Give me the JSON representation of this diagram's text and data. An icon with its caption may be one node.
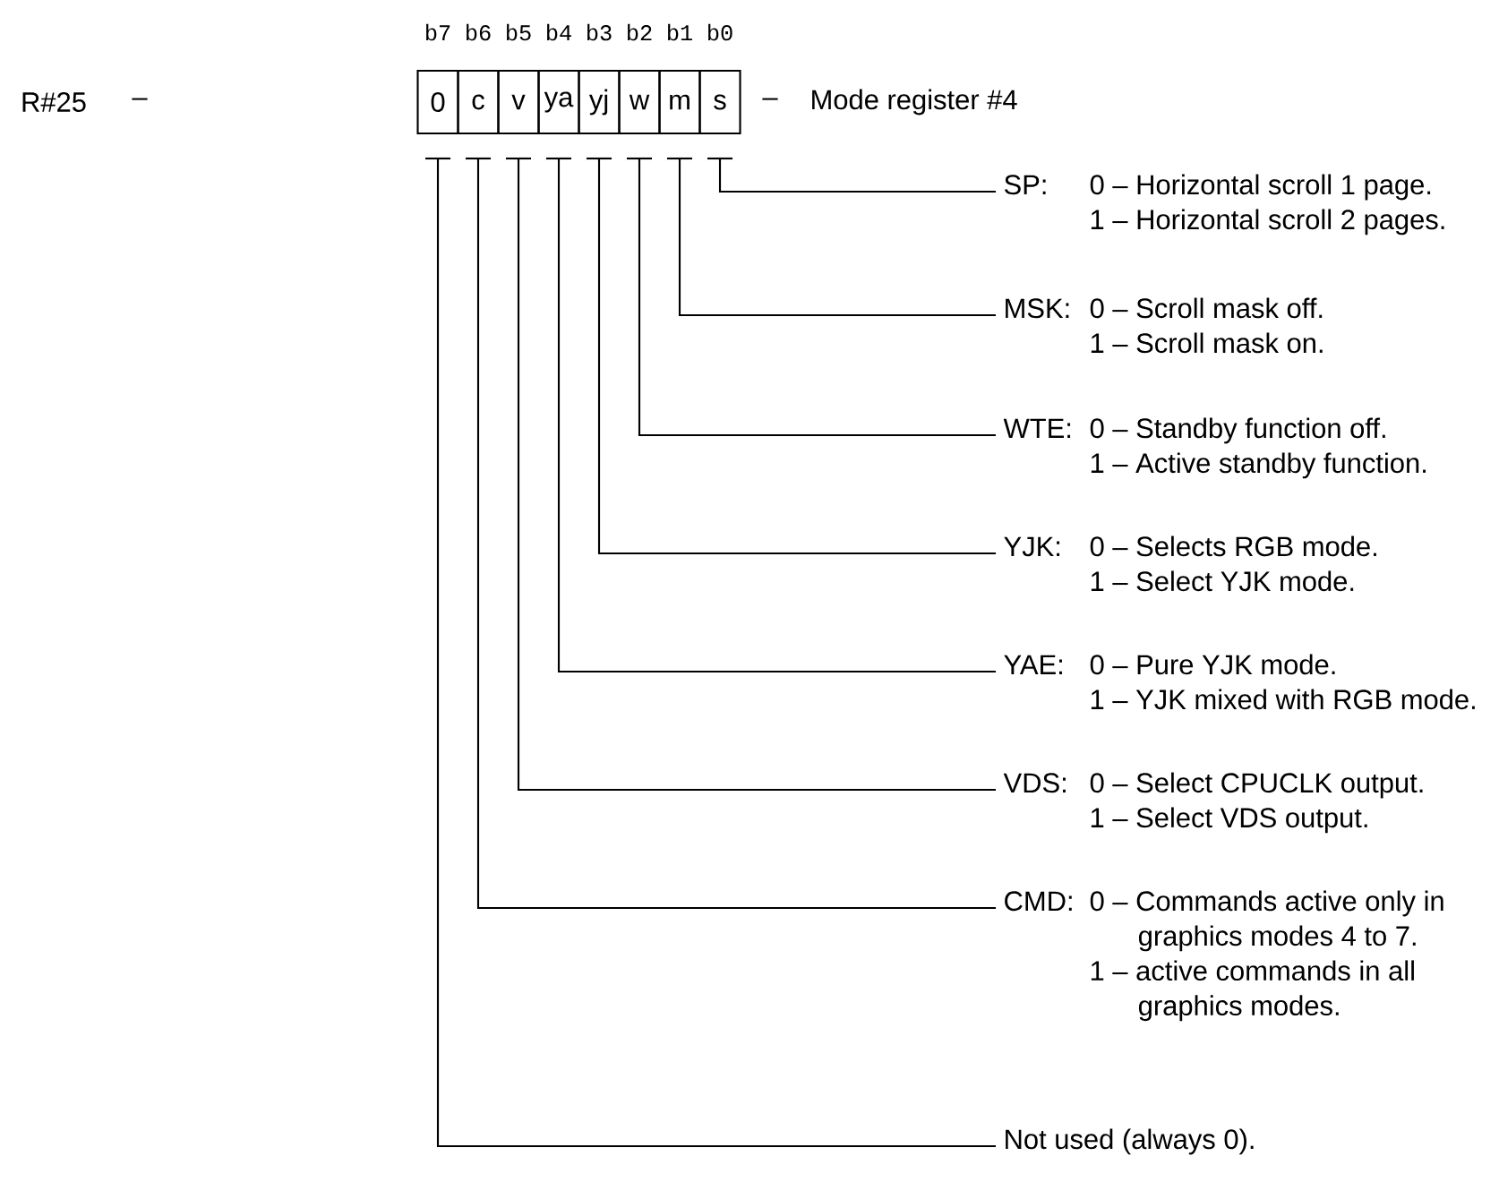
{
  "diagram": {
    "nodes": [
      {
        "text": [
          "0"
        ],
        "beside": [
          "b7"
        ]
      },
      {
        "text": [
          "c"
        ],
        "beside": [
          "b6"
        ]
      },
      {
        "text": [
          "v"
        ],
        "beside": [
          "b5"
        ]
      },
      {
        "text": [
          "ya"
        ],
        "beside": [
          "b4"
        ]
      },
      {
        "text": [
          "yj"
        ],
        "beside": [
          "b3"
        ]
      },
      {
        "text": [
          "w"
        ],
        "beside": [
          "b2"
        ]
      },
      {
        "text": [
          "m"
        ],
        "beside": [
          "b1"
        ]
      },
      {
        "text": [
          "s"
        ],
        "beside": [
          "b0"
        ]
      },
      {
        "text": [
          "SP:",
          "0 – Horizontal scroll 1 page.",
          "1 – Horizontal scroll 2 pages."
        ]
      },
      {
        "text": [
          "MSK:",
          "0 – Scroll mask off.",
          "1 – Scroll mask on."
        ]
      },
      {
        "text": [
          "WTE:",
          "0 – Standby function off.",
          "1 – Active standby function."
        ]
      },
      {
        "text": [
          "YJK:",
          "0 – Selects RGB mode.",
          "1 – Select YJK mode."
        ]
      },
      {
        "text": [
          "YAE:",
          "0 – Pure YJK mode.",
          "1 – YJK mixed with RGB mode."
        ]
      },
      {
        "text": [
          "VDS:",
          "0 – Select CPUCLK output.",
          "1 – Select VDS output."
        ]
      },
      {
        "text": [
          "CMD:",
          "0 – Commands active only in graphics modes 4 to 7.",
          "1 – active commands in all graphics modes."
        ]
      },
      {
        "text": [
          "Not used (always 0)."
        ]
      }
    ],
    "edges": [
      {
        "from": 7,
        "to": 8,
        "arrow": "none"
      },
      {
        "from": 6,
        "to": 9,
        "arrow": "none"
      },
      {
        "from": 5,
        "to": 10,
        "arrow": "none"
      },
      {
        "from": 4,
        "to": 11,
        "arrow": "none"
      },
      {
        "from": 3,
        "to": 12,
        "arrow": "none"
      },
      {
        "from": 2,
        "to": 13,
        "arrow": "none"
      },
      {
        "from": 1,
        "to": 14,
        "arrow": "none"
      },
      {
        "from": 0,
        "to": 15,
        "arrow": "none"
      }
    ],
    "labels": [
      "R#25",
      "–",
      "–",
      "Mode register #4"
    ]
  }
}
